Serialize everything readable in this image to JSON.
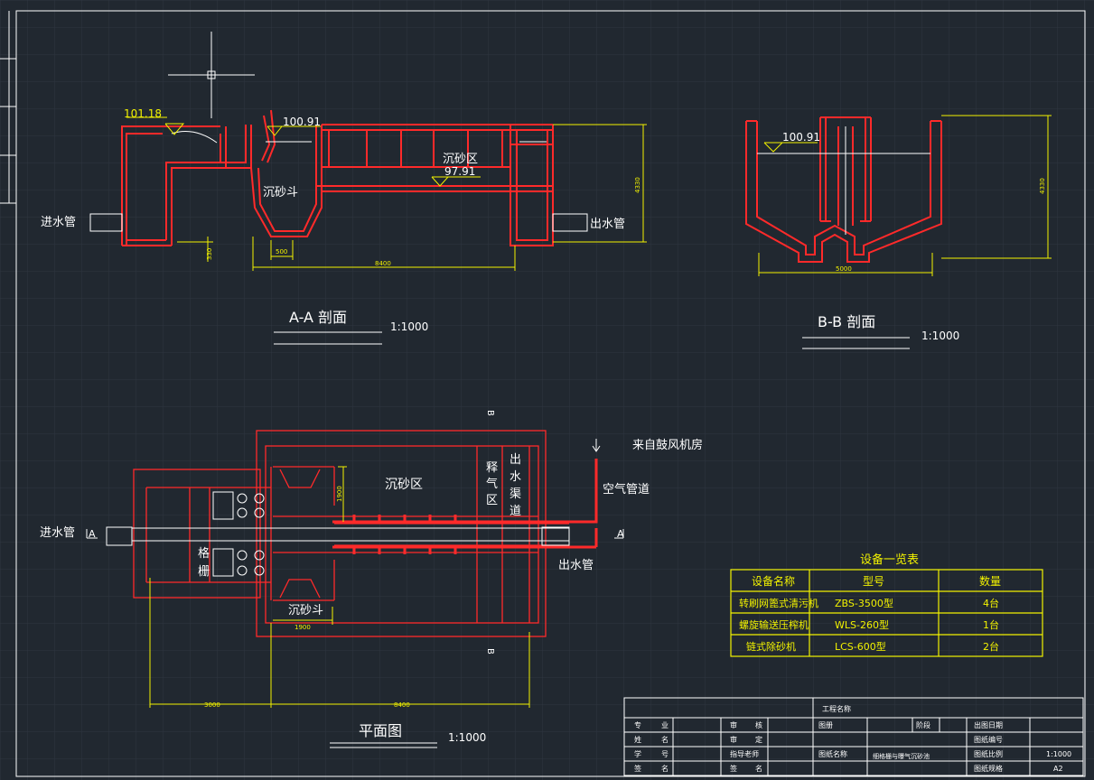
{
  "colors": {
    "background": "#212830",
    "grid": "#2e3640",
    "wall": "#ff2a2a",
    "dimension": "#f2f200",
    "text": "#ffffff",
    "frame": "#ffffff"
  },
  "section_aa": {
    "title": "A-A 剖面",
    "scale": "1:1000",
    "elev_inlet": "101.18",
    "elev_water": "100.91",
    "elev_bottom": "97.91",
    "label_inlet": "进水管",
    "label_outlet": "出水管",
    "label_zone": "沉砂区",
    "label_hopper": "沉砂斗",
    "dim_total_length": "8400",
    "dim_hopper": "500",
    "dim_depth": "330",
    "dim_height": "4330"
  },
  "section_bb": {
    "title": "B-B 剖面",
    "scale": "1:1000",
    "elev_water": "100.91",
    "dim_width": "5000",
    "dim_height": "4330"
  },
  "plan": {
    "title": "平面图",
    "scale": "1:1000",
    "label_inlet": "进水管",
    "label_outlet": "出水管",
    "label_blower": "来自鼓风机房",
    "label_air_pipe": "空气管道",
    "label_zone": "沉砂区",
    "label_hopper": "沉砂斗",
    "label_release_1": "释",
    "label_release_2": "气",
    "label_release_3": "区",
    "label_channel_1": "出",
    "label_channel_2": "水",
    "label_channel_3": "渠",
    "label_channel_4": "道",
    "label_screen_1": "格",
    "label_screen_2": "栅",
    "mark_a_left": "A",
    "mark_a_right": "A",
    "mark_b_top": "B",
    "mark_b_bottom": "B",
    "dim_left": "3000",
    "dim_right": "8400",
    "dim_hopper_w": "1900",
    "dim_hopper_h": "1900"
  },
  "equipment_table": {
    "title": "设备一览表",
    "headers": [
      "设备名称",
      "型号",
      "数量"
    ],
    "rows": [
      [
        "转刷网篦式清污机",
        "ZBS-3500型",
        "4台"
      ],
      [
        "螺旋输送压榨机",
        "WLS-260型",
        "1台"
      ],
      [
        "链式除砂机",
        "LCS-600型",
        "2台"
      ]
    ]
  },
  "title_block": {
    "project_name": "工程名称",
    "drawing_name_label": "图纸名称",
    "drawing_name": "细格栅与曝气沉砂池",
    "stage": "阶段",
    "date": "出图日期",
    "drawing_no": "图纸编号",
    "scale_label": "图纸比例",
    "scale_value": "1:1000",
    "size_label": "图纸规格",
    "size_value": "A2",
    "sub": "图册",
    "left_rows": [
      [
        "专",
        "业",
        "审",
        "核"
      ],
      [
        "姓",
        "名",
        "审",
        "定"
      ],
      [
        "学",
        "号",
        "指导老师",
        ""
      ],
      [
        "签",
        "名",
        "签",
        "名"
      ]
    ]
  }
}
